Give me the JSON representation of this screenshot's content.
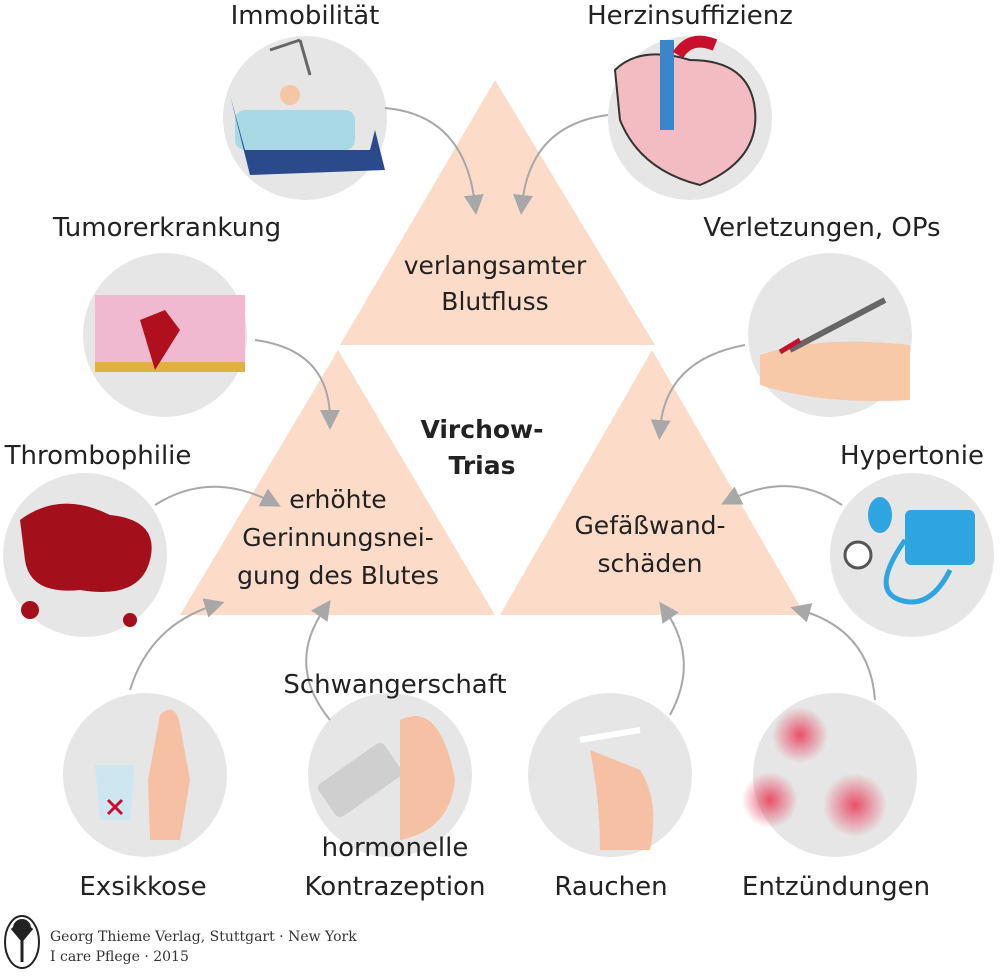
{
  "center_title": {
    "line1": "Virchow-",
    "line2": "Trias"
  },
  "triangles": {
    "top": {
      "line1": "verlangsamter",
      "line2": "Blutfluss"
    },
    "left": {
      "line1": "erhöhte",
      "line2": "Gerinnungsnei-",
      "line3": "gung des Blutes"
    },
    "right": {
      "line1": "Gefäßwand-",
      "line2": "schäden"
    }
  },
  "factors": {
    "immobilitaet": "Immobilität",
    "herzinsuffizienz": "Herzinsuffizienz",
    "tumor": "Tumorerkrankung",
    "verletzungen": "Verletzungen, OPs",
    "thrombophilie": "Thrombophilie",
    "hypertonie": "Hypertonie",
    "schwangerschaft": "Schwangerschaft",
    "exsikkose": "Exsikkose",
    "kontrazeption1": "hormonelle",
    "kontrazeption2": "Kontrazeption",
    "rauchen": "Rauchen",
    "entzuendungen": "Entzündungen"
  },
  "footer": {
    "line1": "Georg Thieme Verlag, Stuttgart · New York",
    "line2": "I care Pflege · 2015"
  },
  "colors": {
    "triangle": "#fcdcc9",
    "circle": "#e6e6e6",
    "arrow": "#a8a8a8",
    "blood": "#b0101e"
  }
}
